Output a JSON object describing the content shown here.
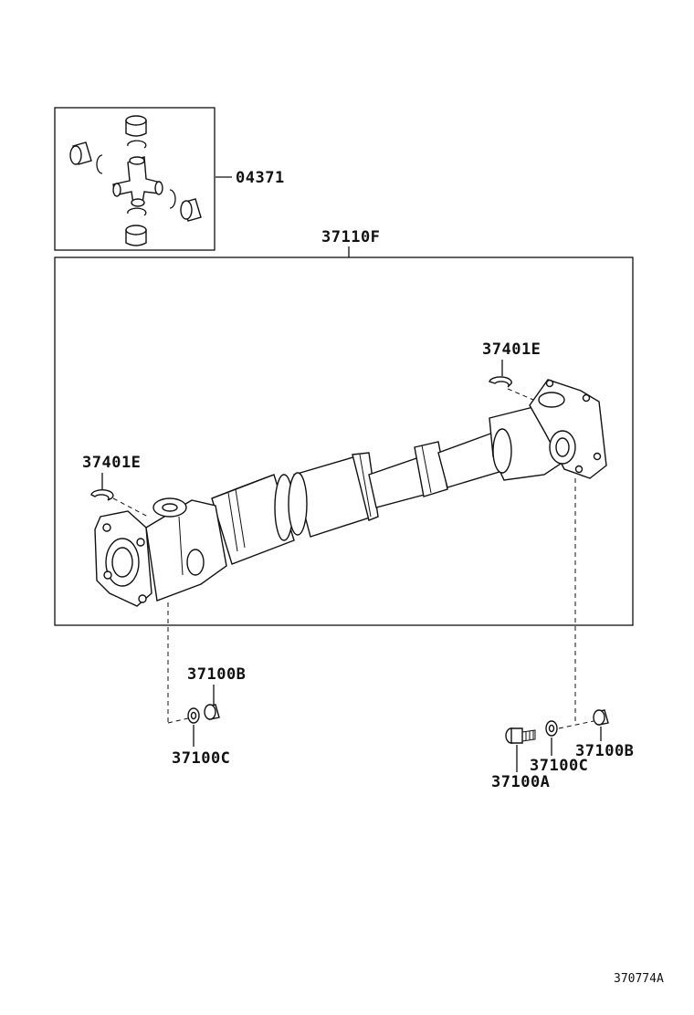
{
  "labels": {
    "kit": "04371",
    "assembly": "37110F",
    "snap_ring_right": "37401E",
    "snap_ring_left": "37401E",
    "nut_left": "37100B",
    "washer_left": "37100C",
    "bolt_right": "37100A",
    "washer_right": "37100C",
    "nut_right": "37100B"
  },
  "diagram_code": "370774A"
}
